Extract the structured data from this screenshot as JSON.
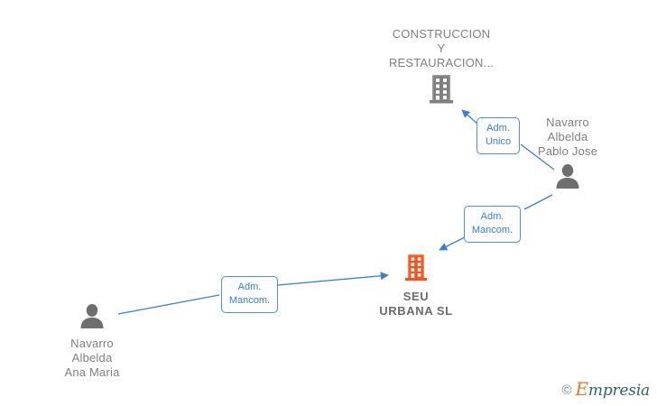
{
  "diagram": {
    "type": "relationship-graph",
    "nodes": [
      {
        "id": "construccion-y-restauracion",
        "label": "CONSTRUCCION\nY\nRESTAURACION...",
        "icon": "building-icon",
        "icon_color": "#7f7f7f",
        "kind": "company"
      },
      {
        "id": "navarro-albelda-pablo-jose",
        "label": "Navarro\nAlbelda\nPablo Jose",
        "icon": "person-icon",
        "icon_color": "#6e6e6e",
        "kind": "person"
      },
      {
        "id": "seu-urbana-sl",
        "label": "SEU\nURBANA  SL",
        "icon": "building-icon",
        "icon_color": "#f4541d",
        "kind": "company-main"
      },
      {
        "id": "navarro-albelda-ana-maria",
        "label": "Navarro\nAlbelda\nAna Maria",
        "icon": "person-icon",
        "icon_color": "#6e6e6e",
        "kind": "person"
      }
    ],
    "edges": [
      {
        "id": "edge-pablo-to-construccion",
        "from": "navarro-albelda-pablo-jose",
        "to": "construccion-y-restauracion",
        "label": "Adm.\nUnico"
      },
      {
        "id": "edge-pablo-to-seu",
        "from": "navarro-albelda-pablo-jose",
        "to": "seu-urbana-sl",
        "label": "Adm.\nMancom."
      },
      {
        "id": "edge-ana-to-seu",
        "from": "navarro-albelda-ana-maria",
        "to": "seu-urbana-sl",
        "label": "Adm.\nMancom."
      }
    ],
    "edge_color": "#3a7fd5"
  },
  "watermark": {
    "copyright": "©",
    "brand_initial": "E",
    "brand_rest": "mpresia"
  }
}
